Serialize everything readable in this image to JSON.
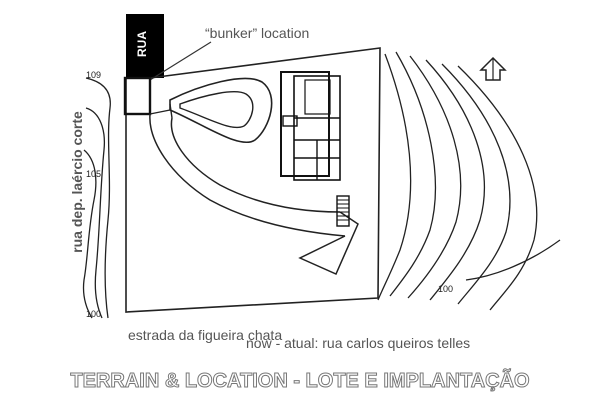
{
  "labels": {
    "street_top": "RUA",
    "bunker": "“bunker” location",
    "street_side": "rua dep. laércio corte",
    "road_old": "estrada da figueira chata",
    "road_new": "now - atual: rua carlos queiros telles",
    "footer_title": "TERRAIN & LOCATION - LOTE E IMPLANTAÇÃO"
  },
  "contours": {
    "c109": "109",
    "c105": "105",
    "c100_left": "100",
    "c100_right": "100"
  },
  "colors": {
    "ink": "#1a1a1a",
    "stripe": "#000000",
    "label_gray": "#555555",
    "title_outline": "#777777"
  },
  "icons": [
    "north-arrow-icon"
  ]
}
